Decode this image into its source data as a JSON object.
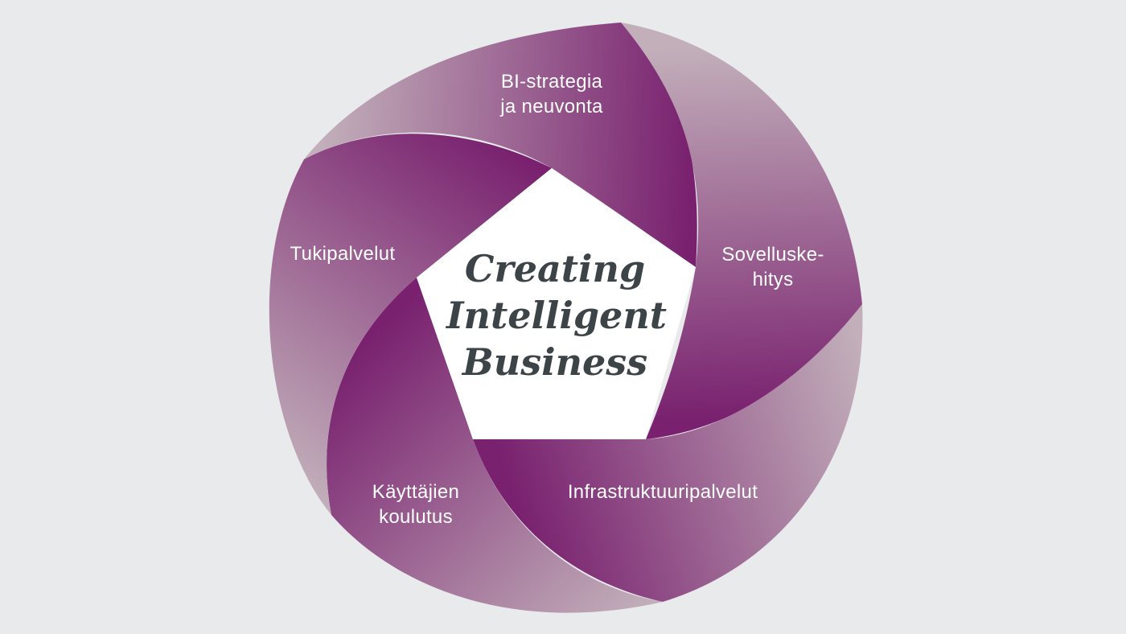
{
  "diagram": {
    "center": {
      "lines": [
        "Creating",
        "Intelligent",
        "Business"
      ]
    },
    "segments": [
      {
        "id": "bi-strategy",
        "lines": [
          "BI-strategia",
          "ja neuvonta"
        ]
      },
      {
        "id": "app-dev",
        "lines": [
          "Sovelluske-",
          "hitys"
        ]
      },
      {
        "id": "infra",
        "lines": [
          "Infrastruktuuripalvelut"
        ]
      },
      {
        "id": "training",
        "lines": [
          "Käyttäjien",
          "koulutus"
        ]
      },
      {
        "id": "support",
        "lines": [
          "Tukipalvelut"
        ]
      }
    ],
    "colors": {
      "background": "#e9eaec",
      "segment_dark": "#79216f",
      "segment_light": "#c2afba",
      "center_fill": "#ffffff",
      "center_text": "#3d4448",
      "label_text": "#ffffff"
    }
  }
}
